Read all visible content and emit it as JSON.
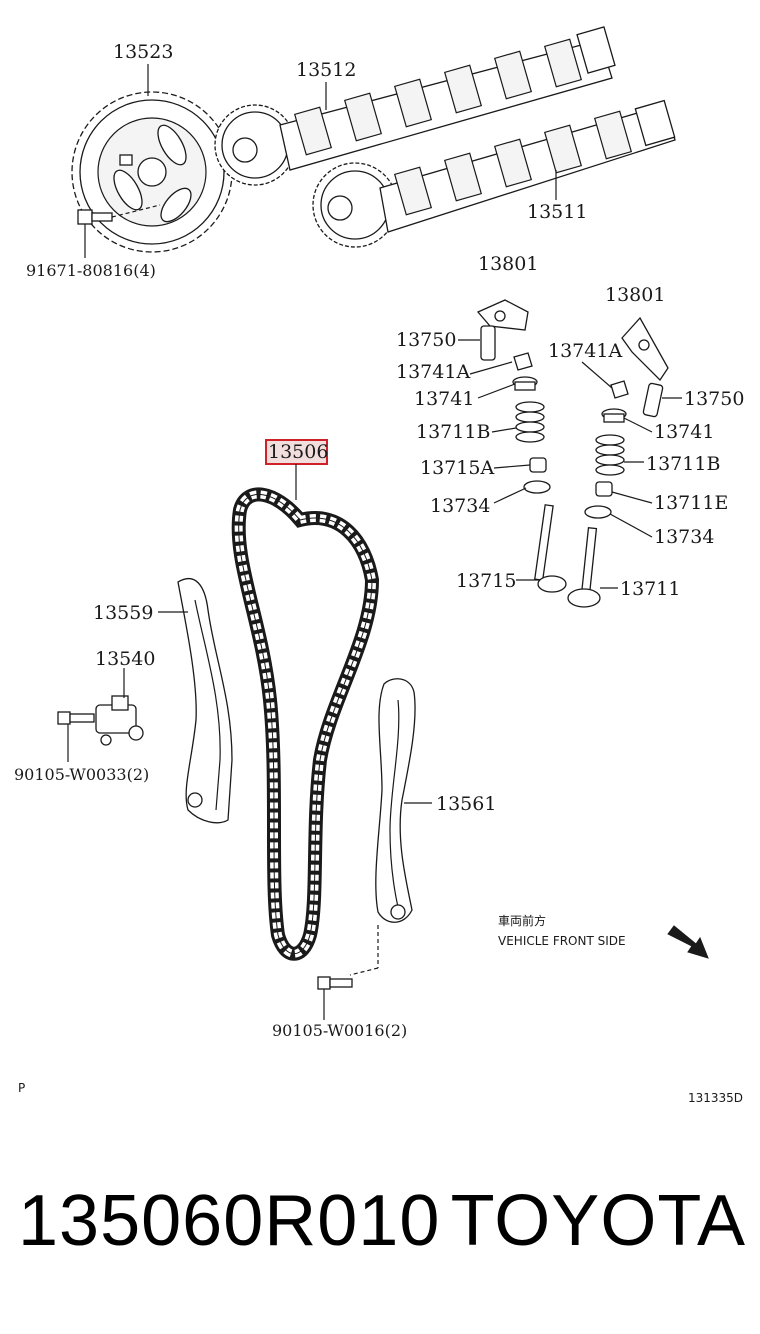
{
  "labels": {
    "p13523": "13523",
    "p13512": "13512",
    "p13511": "13511",
    "p91671": "91671-80816(4)",
    "p13801a": "13801",
    "p13801b": "13801",
    "p13750a": "13750",
    "p13750b": "13750",
    "p13741Aa": "13741A",
    "p13741Ab": "13741A",
    "p13741a": "13741",
    "p13741b": "13741",
    "p13711Ba": "13711B",
    "p13711Bb": "13711B",
    "p13715A": "13715A",
    "p13711E": "13711E",
    "p13734a": "13734",
    "p13734b": "13734",
    "p13715": "13715",
    "p13711": "13711",
    "p13506": "13506",
    "p13559": "13559",
    "p13540": "13540",
    "p90105w33": "90105-W0033(2)",
    "p13561": "13561",
    "p90105w16": "90105-W0016(2)"
  },
  "direction": {
    "jp": "車両前方",
    "en": "VEHICLE FRONT SIDE"
  },
  "corner": {
    "left": "P",
    "right": "131335D"
  },
  "caption": {
    "part_number": "135060R010",
    "brand": "TOYOTA"
  },
  "colors": {
    "highlight_border": "#d0202a",
    "ink": "#1a1a1a"
  }
}
